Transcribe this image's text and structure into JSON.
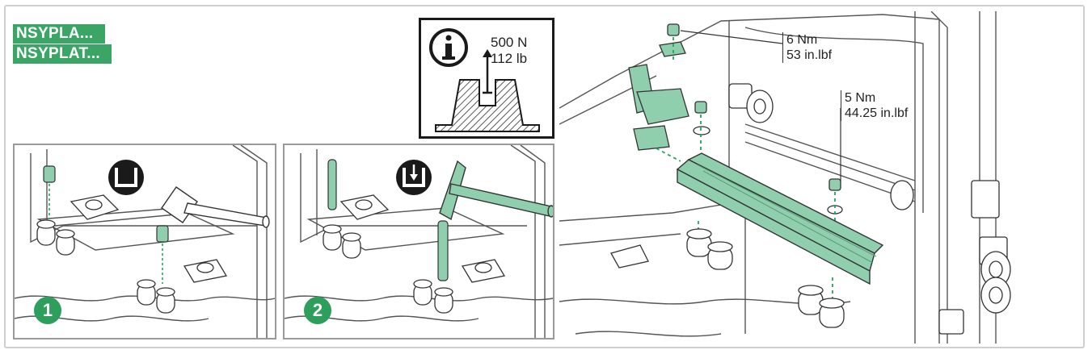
{
  "references": [
    "NSYPLA...",
    "NSYPLAT..."
  ],
  "info": {
    "icon": "info-icon",
    "force_n": "500 N",
    "force_lb": "112 lb"
  },
  "steps": [
    {
      "number": "1",
      "tool_icon": "hammer-icon",
      "insert_icon": "socket-open-icon"
    },
    {
      "number": "2",
      "tool_icon": "hammer-icon",
      "insert_icon": "socket-down-arrow-icon"
    }
  ],
  "torques": [
    {
      "nm": "6 Nm",
      "inlbf": "53 in.lbf"
    },
    {
      "nm": "5 Nm",
      "inlbf": "44.25 in.lbf"
    }
  ],
  "colors": {
    "accent_green": "#3aa565",
    "part_green": "#8fcfae",
    "line": "#333333"
  }
}
